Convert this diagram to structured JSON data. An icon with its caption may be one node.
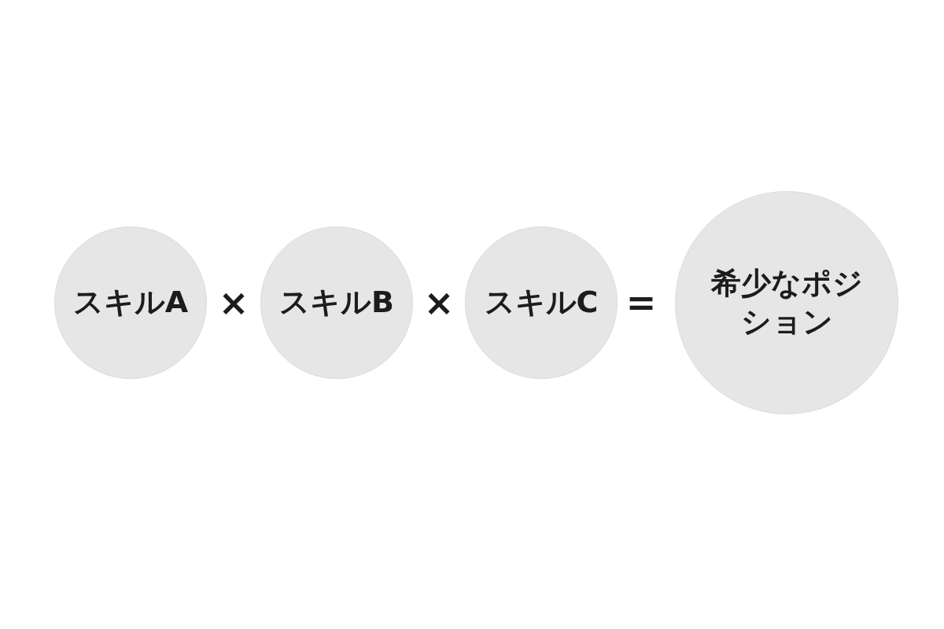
{
  "diagram": {
    "nodes": [
      {
        "text": [
          "スキルA"
        ]
      },
      {
        "text": [
          "スキルB"
        ]
      },
      {
        "text": [
          "スキルC"
        ]
      },
      {
        "text": [
          "希少なポジション"
        ]
      }
    ],
    "labels": [
      "×",
      "×",
      "="
    ]
  }
}
